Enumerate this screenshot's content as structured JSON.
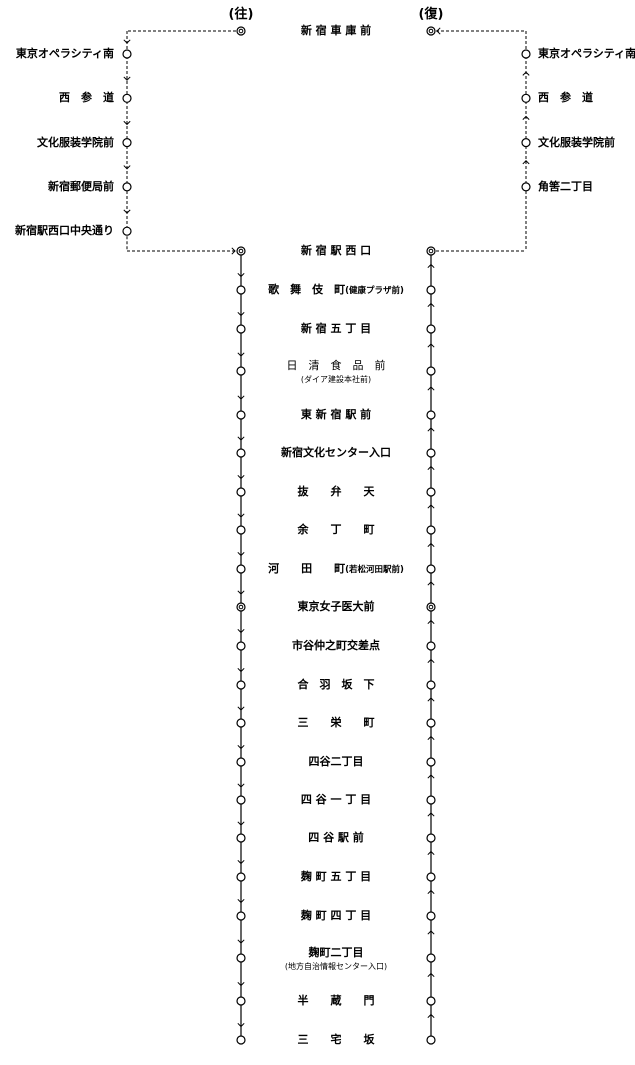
{
  "headers": {
    "outbound": "(往)",
    "return": "(復)"
  },
  "depot": "新 宿 車 庫 前",
  "outbound_branch": [
    "東京オペラシティ南",
    "西　参　道",
    "文化服装学院前",
    "新宿郵便局前",
    "新宿駅西口中央通り"
  ],
  "return_branch": [
    "東京オペラシティ南",
    "西　参　道",
    "文化服装学院前",
    "角筈二丁目"
  ],
  "main_stops": [
    {
      "name": "新 宿 駅 西 口",
      "major": true
    },
    {
      "name": "歌　舞　伎　町",
      "note": "(健康プラザ前)"
    },
    {
      "name": "新 宿 五 丁 目"
    },
    {
      "name": "日　清　食　品　前",
      "sub": "(ダイア建設本社前)",
      "light": true
    },
    {
      "name": "東 新 宿 駅 前"
    },
    {
      "name": "新宿文化センター入口"
    },
    {
      "name": "抜　　弁　　天"
    },
    {
      "name": "余　　丁　　町"
    },
    {
      "name": "河　　田　　町",
      "note": "(若松河田駅前)"
    },
    {
      "name": "東京女子医大前",
      "major": true
    },
    {
      "name": "市谷仲之町交差点"
    },
    {
      "name": "合　羽　坂　下"
    },
    {
      "name": "三　　栄　　町"
    },
    {
      "name": "四谷二丁目"
    },
    {
      "name": "四 谷 一 丁 目"
    },
    {
      "name": "四 谷 駅 前"
    },
    {
      "name": "麹 町 五 丁 目"
    },
    {
      "name": "麹 町 四 丁 目"
    },
    {
      "name": "麹町二丁目",
      "sub": "(地方自治情報センター入口)"
    },
    {
      "name": "半　　蔵　　門"
    },
    {
      "name": "三　　宅　　坂"
    }
  ]
}
